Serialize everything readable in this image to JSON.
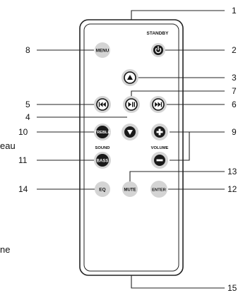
{
  "callouts": [
    "1",
    "2",
    "3",
    "4",
    "5",
    "6",
    "7",
    "8",
    "9",
    "10",
    "11",
    "12",
    "13",
    "14",
    "15"
  ],
  "remote": {
    "standby_label": "STANDBY",
    "menu_label": "MENU",
    "treble_label": "TREBLE",
    "sound_label": "SOUND",
    "bass_label": "BASS",
    "volume_label": "VOLUME",
    "eq_label": "EQ",
    "mute_label": "MUTE",
    "enter_label": "ENTER"
  },
  "cutoff_text": {
    "line1": "eau",
    "line2": "ne"
  },
  "icons": {
    "standby": "power-icon",
    "up": "triangle-up-icon",
    "down": "triangle-down-icon",
    "play_pause": "play-pause-icon",
    "prev": "skip-back-icon",
    "next": "skip-forward-icon",
    "vol_up": "plus-icon",
    "vol_down": "minus-icon"
  },
  "colors": {
    "body_outline": "#222222",
    "light_button": "#d4d4d4",
    "dark_button": "#1a1a1a",
    "leader_line": "#222222"
  }
}
